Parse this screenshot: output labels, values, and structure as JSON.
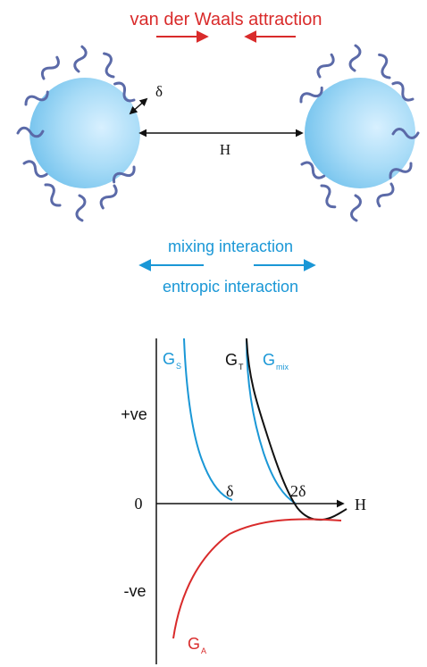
{
  "top": {
    "attraction_label": "van der Waals attraction",
    "delta_label": "δ",
    "distance_label": "H",
    "mixing_label": "mixing interaction",
    "entropic_label": "entropic interaction"
  },
  "chart": {
    "y_labels": {
      "positive": "+ve",
      "zero": "0",
      "negative": "-ve"
    },
    "x_labels": {
      "axis": "H",
      "delta": "δ",
      "two_delta": "2δ"
    },
    "curve_labels": {
      "gs_main": "G",
      "gs_sub": "S",
      "gt_main": "G",
      "gt_sub": "T",
      "gmix_main": "G",
      "gmix_sub": "mix",
      "ga_main": "G",
      "ga_sub": "A"
    }
  },
  "colors": {
    "red": "#d92b2b",
    "blue": "#1a97d6",
    "black": "#111111",
    "chain": "#5b6aa8",
    "sphere_light": "#d8f0ff",
    "sphere_mid": "#9fd7f6",
    "sphere_dark": "#79c5ee"
  }
}
